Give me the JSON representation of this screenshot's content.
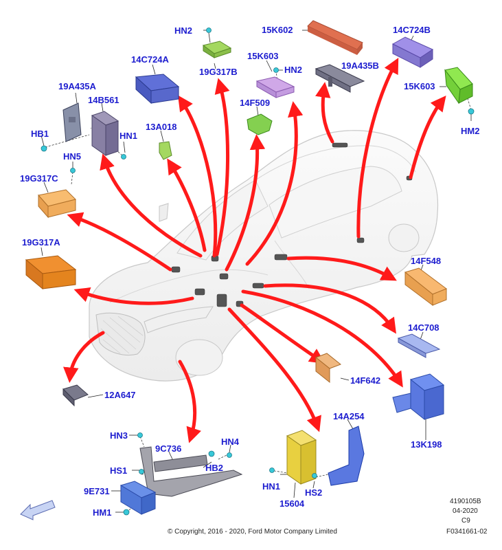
{
  "labels": {
    "hn2_top": "HN2",
    "p15k602": "15K602",
    "p14c724b": "14C724B",
    "p14c724a": "14C724A",
    "p19g317b": "19G317B",
    "p15k603_mid": "15K603",
    "hn2_mid": "HN2",
    "p19a435b": "19A435B",
    "p15k603_right": "15K603",
    "p19a435a": "19A435A",
    "p14b561": "14B561",
    "p14f509": "14F509",
    "p13a018": "13A018",
    "hb1": "HB1",
    "hn1_left": "HN1",
    "hm2": "HM2",
    "hn5": "HN5",
    "p19g317c": "19G317C",
    "p19g317a": "19G317A",
    "p14f548": "14F548",
    "p14c708": "14C708",
    "p14f642": "14F642",
    "p12a647": "12A647",
    "p14a254": "14A254",
    "p13k198": "13K198",
    "hn3": "HN3",
    "p9c736": "9C736",
    "hn4": "HN4",
    "hs1": "HS1",
    "hb2": "HB2",
    "p9e731": "9E731",
    "hm1": "HM1",
    "hn1_bottom": "HN1",
    "hs2": "HS2",
    "p15604": "15604"
  },
  "footer": {
    "copyright": "© Copyright, 2016 - 2020, Ford Motor Company Limited",
    "ref1": "4190105B",
    "ref2": "04-2020",
    "ref3": "C9",
    "ref4": "F0341661-02"
  },
  "colors": {
    "label": "#1c1ccf",
    "arrow": "#ff1a1a",
    "car_outline": "#c8c8c8",
    "part_purple": "#8a7fe0",
    "part_green": "#8ccc3c",
    "part_orange": "#f0a050",
    "part_yellow": "#f0dc3c",
    "part_blue": "#4a70e0",
    "part_gray": "#7a7a90",
    "part_salmon": "#e06a4a",
    "fastener_cyan": "#30c8d8"
  },
  "icons": {
    "view_direction": "view-direction-arrow-icon"
  }
}
